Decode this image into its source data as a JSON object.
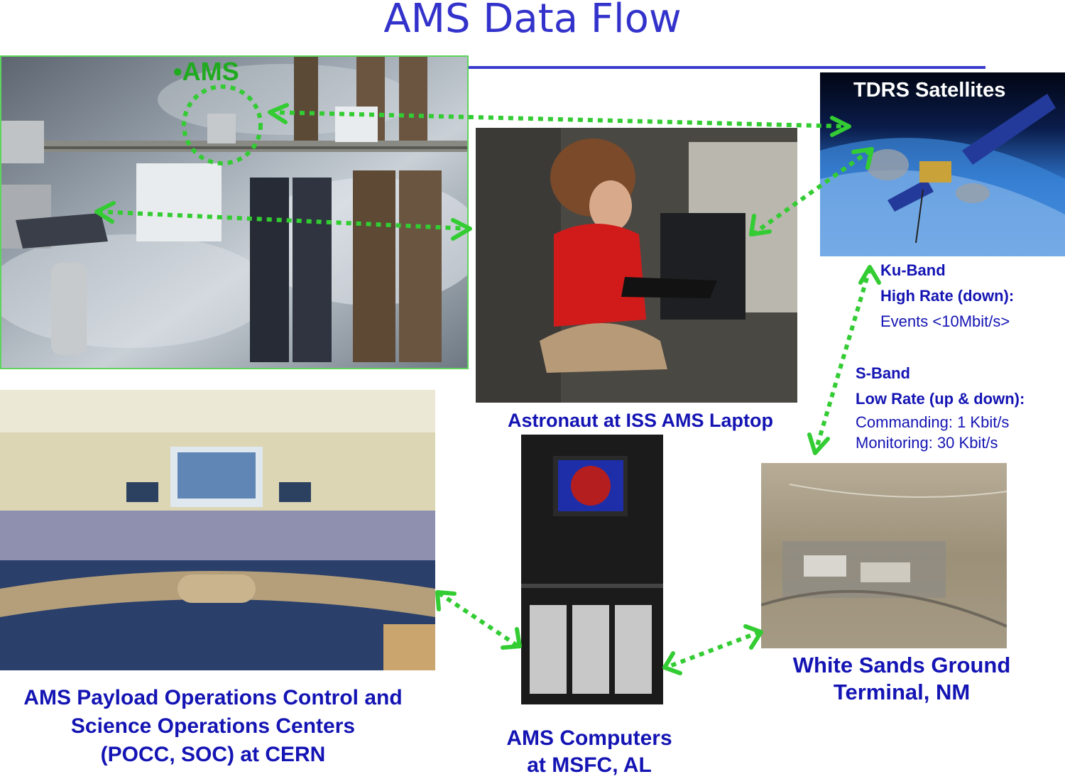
{
  "title": "AMS Data Flow",
  "colors": {
    "title": "#3333cc",
    "caption": "#1414b4",
    "arrow": "#33cc33",
    "ams_label": "#1faa1f"
  },
  "iss_photo": {
    "ams_label": "•AMS"
  },
  "tdrs": {
    "label": "TDRS Satellites"
  },
  "ku_band": {
    "name": "Ku-Band",
    "rate": "High Rate (down):",
    "detail": "Events <10Mbit/s>"
  },
  "s_band": {
    "name": "S-Band",
    "rate": "Low Rate (up & down):",
    "detail1": "Commanding: 1 Kbit/s",
    "detail2": "Monitoring: 30 Kbit/s"
  },
  "captions": {
    "astronaut": "Astronaut at ISS AMS Laptop",
    "white_sands_line1": "White Sands Ground",
    "white_sands_line2": "Terminal, NM",
    "msfc_line1": "AMS Computers",
    "msfc_line2": "at MSFC, AL",
    "cern_line1": "AMS Payload Operations Control and",
    "cern_line2": "Science Operations Centers",
    "cern_line3": "(POCC, SOC) at CERN"
  }
}
